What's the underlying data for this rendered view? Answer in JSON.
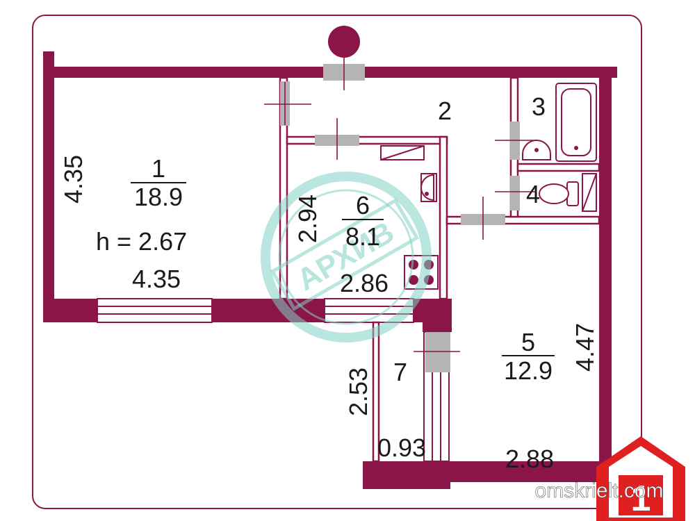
{
  "rooms": [
    {
      "number": "1",
      "area": "18.9"
    },
    {
      "number": "2"
    },
    {
      "number": "3"
    },
    {
      "number": "4"
    },
    {
      "number": "5",
      "area": "12.9"
    },
    {
      "number": "6",
      "area": "8.1"
    },
    {
      "number": "7"
    }
  ],
  "ceiling_height": "h = 2.67",
  "dimensions": {
    "room1_height": "4.35",
    "room1_width": "4.35",
    "room6_height": "2.94",
    "room6_width": "2.86",
    "room5_height": "4.47",
    "room5_width": "2.88",
    "room7_height": "2.53",
    "room7_width": "0.93"
  },
  "stamp_text": "АРХИВ",
  "brand": {
    "site": "omskrielt.com",
    "logo_digit": "1"
  },
  "colors": {
    "wall": "#8b1449",
    "door": "#b4b4b4",
    "stamp": "#7fd1c2",
    "brand": "#e02020"
  }
}
